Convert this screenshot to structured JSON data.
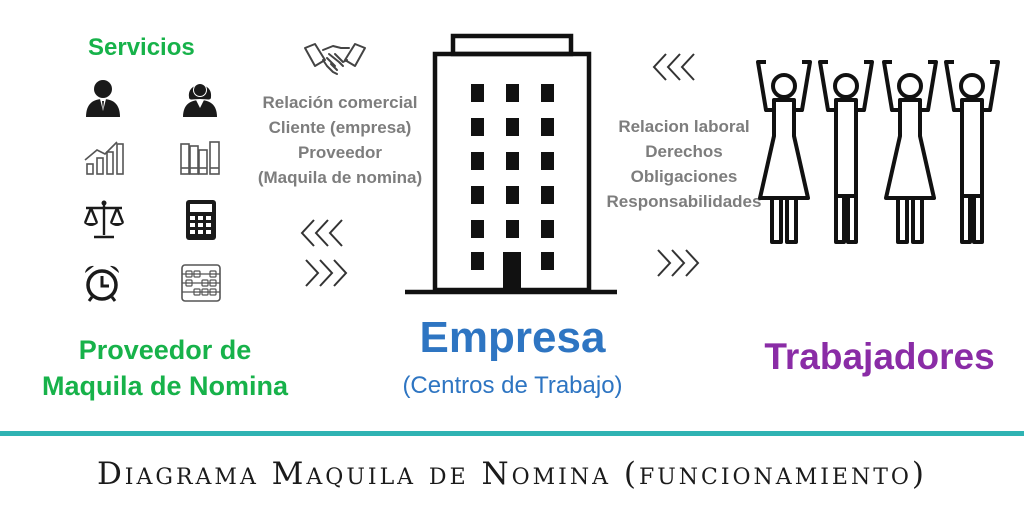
{
  "left": {
    "services_title": "Servicios",
    "provider_title_line1": "Proveedor de",
    "provider_title_line2": "Maquila de Nomina",
    "icons": [
      "businessman-icon",
      "businesswoman-icon",
      "growth-chart-icon",
      "binders-icon",
      "scales-icon",
      "calculator-icon",
      "alarm-clock-icon",
      "abacus-icon"
    ]
  },
  "commercial": {
    "lines": [
      "Relación comercial",
      "Cliente (empresa)",
      "Proveedor",
      "(Maquila de nomina)"
    ]
  },
  "center": {
    "title": "Empresa",
    "subtitle": "(Centros de Trabajo)"
  },
  "labor": {
    "lines": [
      "Relacion laboral",
      "Derechos",
      "Obligaciones",
      "Responsabilidades"
    ]
  },
  "right": {
    "title": "Trabajadores"
  },
  "footer": {
    "title": "Diagrama Maquila de Nomina (funcionamiento)"
  },
  "colors": {
    "green": "#17b24a",
    "blue": "#2e75c2",
    "purple": "#8a2ca6",
    "teal": "#2fb3b3",
    "gray_text": "#7d7d7d"
  }
}
